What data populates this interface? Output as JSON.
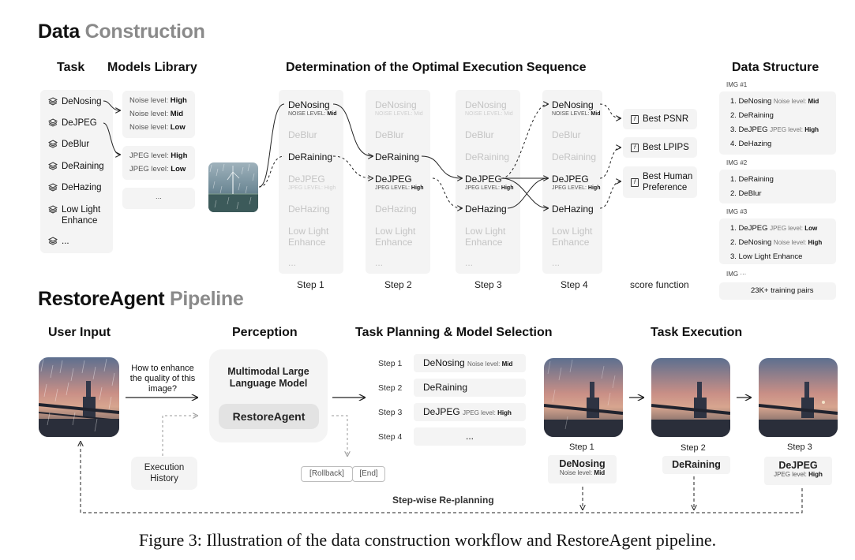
{
  "top": {
    "title_bold": "Data",
    "title_dim": "Construction",
    "headers": {
      "task": "Task",
      "models": "Models Library",
      "determination": "Determination of the Optimal Execution Sequence",
      "structure": "Data Structure"
    },
    "tasks": [
      "DeNosing",
      "DeJPEG",
      "DeBlur",
      "DeRaining",
      "DeHazing",
      "Low Light Enhance",
      "..."
    ],
    "models_noise": [
      {
        "label": "Noise level:",
        "value": "High"
      },
      {
        "label": "Noise level:",
        "value": "Mid"
      },
      {
        "label": "Noise level:",
        "value": "Low"
      }
    ],
    "models_jpeg": [
      {
        "label": "JPEG level:",
        "value": "High"
      },
      {
        "label": "JPEG level:",
        "value": "Low"
      }
    ],
    "models_more": "...",
    "steps": [
      {
        "label": "Step 1",
        "items": [
          {
            "name": "DeNosing",
            "sub_label": "NOISE LEVEL:",
            "sub_value": "Mid",
            "active": true
          },
          {
            "name": "DeBlur",
            "active": false
          },
          {
            "name": "DeRaining",
            "active": true
          },
          {
            "name": "DeJPEG",
            "sub_label": "JPEG LEVEL:",
            "sub_value": "High",
            "active": false
          },
          {
            "name": "DeHazing",
            "active": false
          },
          {
            "name": "Low Light Enhance",
            "active": false
          },
          {
            "name": "...",
            "active": false
          }
        ]
      },
      {
        "label": "Step 2",
        "items": [
          {
            "name": "DeNosing",
            "sub_label": "NOISE LEVEL:",
            "sub_value": "Mid",
            "active": false
          },
          {
            "name": "DeBlur",
            "active": false
          },
          {
            "name": "DeRaining",
            "active": true
          },
          {
            "name": "DeJPEG",
            "sub_label": "JPEG LEVEL:",
            "sub_value": "High",
            "active": true
          },
          {
            "name": "DeHazing",
            "active": false
          },
          {
            "name": "Low Light Enhance",
            "active": false
          },
          {
            "name": "...",
            "active": false
          }
        ]
      },
      {
        "label": "Step 3",
        "items": [
          {
            "name": "DeNosing",
            "sub_label": "NOISE LEVEL:",
            "sub_value": "Mid",
            "active": false
          },
          {
            "name": "DeBlur",
            "active": false
          },
          {
            "name": "DeRaining",
            "active": false
          },
          {
            "name": "DeJPEG",
            "sub_label": "JPEG LEVEL:",
            "sub_value": "High",
            "active": true
          },
          {
            "name": "DeHazing",
            "active": true
          },
          {
            "name": "Low Light Enhance",
            "active": false
          },
          {
            "name": "...",
            "active": false
          }
        ]
      },
      {
        "label": "Step 4",
        "items": [
          {
            "name": "DeNosing",
            "sub_label": "NOISE LEVEL:",
            "sub_value": "Mid",
            "active": true
          },
          {
            "name": "DeBlur",
            "active": false
          },
          {
            "name": "DeRaining",
            "active": false
          },
          {
            "name": "DeJPEG",
            "sub_label": "JPEG LEVEL:",
            "sub_value": "High",
            "active": true
          },
          {
            "name": "DeHazing",
            "active": true
          },
          {
            "name": "Low Light Enhance",
            "active": false
          },
          {
            "name": "...",
            "active": false
          }
        ]
      }
    ],
    "score_label": "score function",
    "scores": [
      "Best PSNR",
      "Best LPIPS",
      "Best Human Preference"
    ],
    "structure": {
      "img1": {
        "label": "IMG #1",
        "lines": [
          {
            "text": "1. DeNosing",
            "lv_label": "Noise level:",
            "lv_value": "Mid"
          },
          {
            "text": "2. DeRaining"
          },
          {
            "text": "3. DeJPEG",
            "lv_label": "JPEG level:",
            "lv_value": "High"
          },
          {
            "text": "4. DeHazing"
          }
        ]
      },
      "img2": {
        "label": "IMG #2",
        "lines": [
          {
            "text": "1. DeRaining"
          },
          {
            "text": "2. DeBlur"
          }
        ]
      },
      "img3": {
        "label": "IMG #3",
        "lines": [
          {
            "text": "1. DeJPEG",
            "lv_label": "JPEG level:",
            "lv_value": "Low"
          },
          {
            "text": "2. DeNosing",
            "lv_label": "Noise level:",
            "lv_value": "High"
          },
          {
            "text": "3. Low Light Enhance"
          }
        ]
      },
      "more": "IMG ···",
      "pairs": "23K+ training pairs"
    }
  },
  "bottom": {
    "title_bold": "RestoreAgent",
    "title_dim": "Pipeline",
    "headers": {
      "user_input": "User Input",
      "perception": "Perception",
      "planning": "Task Planning & Model Selection",
      "execution": "Task Execution"
    },
    "question": "How to enhance the quality of this image?",
    "mllm": "Multimodal Large Language Model",
    "agent": "RestoreAgent",
    "history": "Execution History",
    "rollback": "[Rollback]",
    "end": "[End]",
    "plan": [
      {
        "step": "Step 1",
        "name": "DeNosing",
        "lv_label": "Noise level:",
        "lv_value": "Mid"
      },
      {
        "step": "Step 2",
        "name": "DeRaining"
      },
      {
        "step": "Step 3",
        "name": "DeJPEG",
        "lv_label": "JPEG level:",
        "lv_value": "High"
      },
      {
        "step": "Step 4",
        "name": "..."
      }
    ],
    "exec": [
      {
        "step": "Step 1",
        "name": "DeNosing",
        "lv_label": "Noise level:",
        "lv_value": "Mid"
      },
      {
        "step": "Step 2",
        "name": "DeRaining"
      },
      {
        "step": "Step 3",
        "name": "DeJPEG",
        "lv_label": "JPEG level:",
        "lv_value": "High"
      }
    ],
    "replanning": "Step-wise Re-planning"
  },
  "caption": "Figure 3: Illustration of the data construction workflow and RestoreAgent pipeline.",
  "colors": {
    "panel": "#f4f4f4",
    "faded_text": "#c4c4c4",
    "title_dim": "#8a8a8a",
    "arrow": "#222222"
  }
}
